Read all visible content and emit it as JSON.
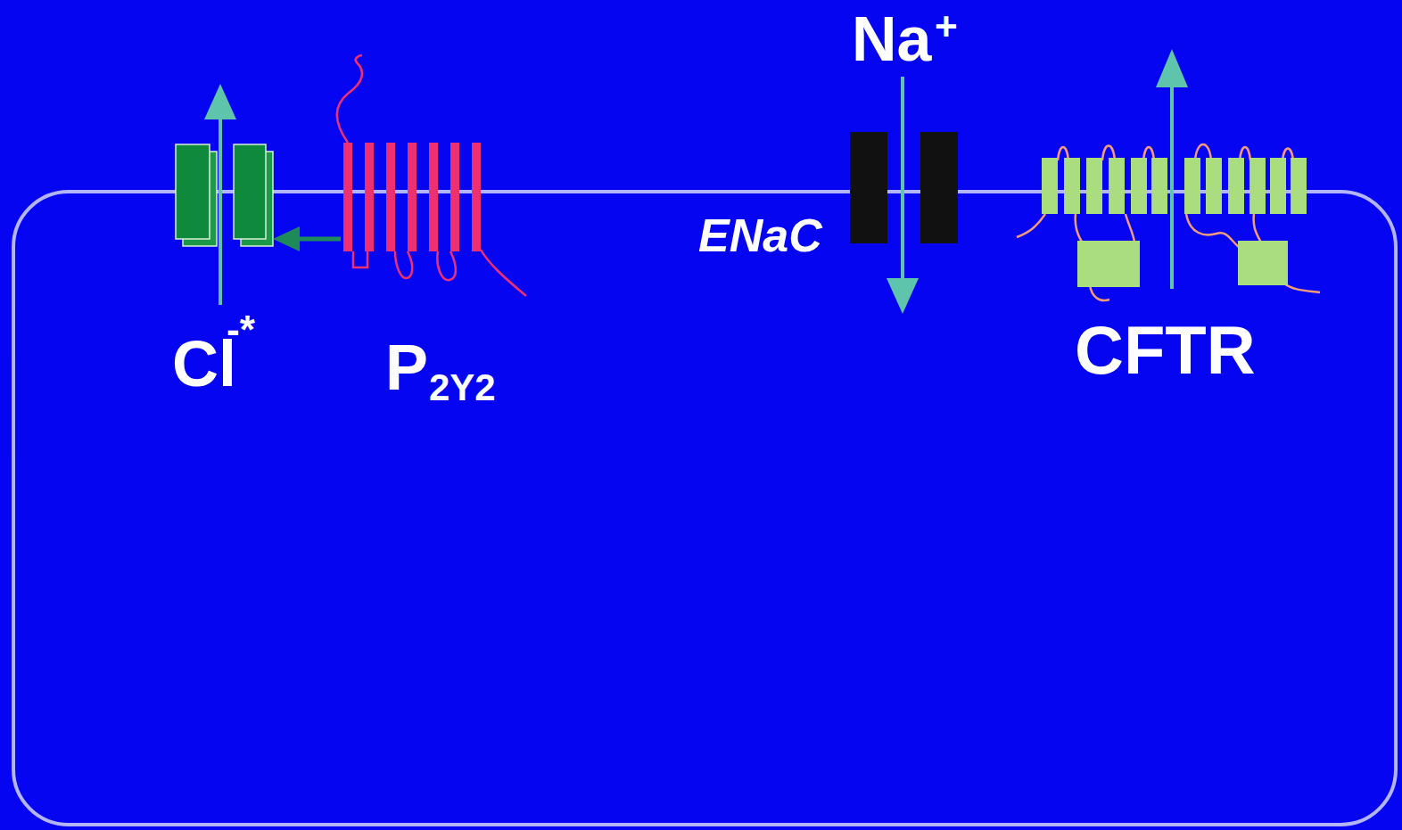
{
  "diagram": {
    "labels": [
      "Na",
      "+",
      "ENaC",
      "Cl",
      "-*",
      "P",
      "2Y2",
      "CFTR"
    ]
  }
}
